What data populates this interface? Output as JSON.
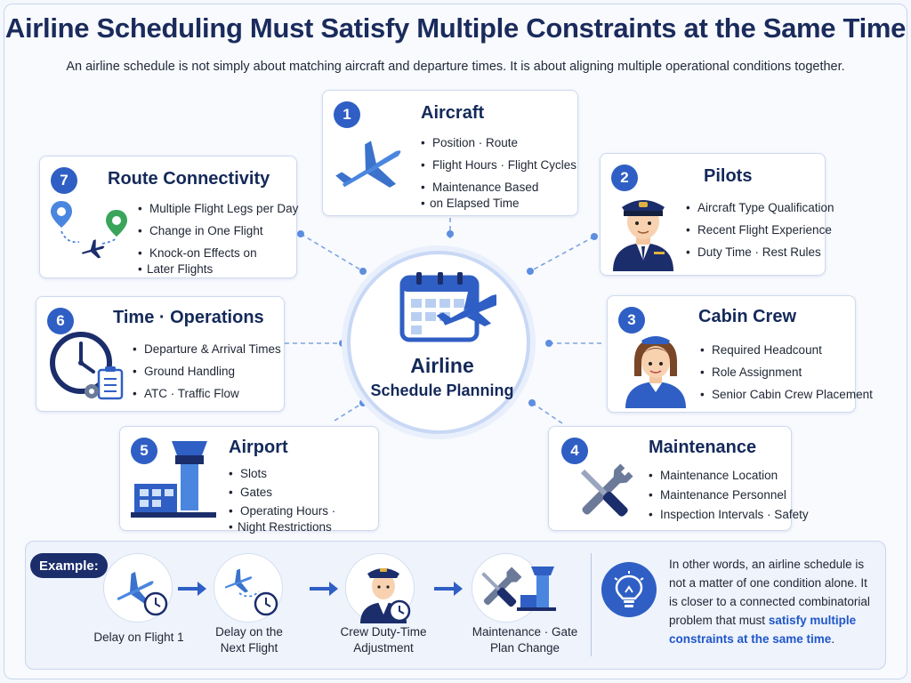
{
  "header": {
    "title": "Airline Scheduling Must Satisfy Multiple Constraints at the Same Time",
    "subtitle": "An airline schedule is not simply about matching aircraft and departure times. It is about aligning multiple operational conditions together."
  },
  "center": {
    "line1": "Airline",
    "line2": "Schedule Planning"
  },
  "cards": {
    "aircraft": {
      "num": "1",
      "title": "Aircraft",
      "items": [
        "Position · Route",
        "Flight Hours · Flight Cycles",
        "Maintenance Based",
        "on Elapsed Time"
      ]
    },
    "pilots": {
      "num": "2",
      "title": "Pilots",
      "items": [
        "Aircraft Type Qualification",
        "Recent Flight Experience",
        "Duty Time · Rest Rules"
      ]
    },
    "cabin": {
      "num": "3",
      "title": "Cabin Crew",
      "items": [
        "Required Headcount",
        "Role Assignment",
        "Senior Cabin Crew Placement"
      ]
    },
    "maintenance": {
      "num": "4",
      "title": "Maintenance",
      "items": [
        "Maintenance Location",
        "Maintenance Personnel",
        "Inspection Intervals · Safety"
      ]
    },
    "airport": {
      "num": "5",
      "title": "Airport",
      "items": [
        "Slots",
        "Gates",
        "Operating Hours ·",
        "Night Restrictions"
      ]
    },
    "time": {
      "num": "6",
      "title": "Time · Operations",
      "items": [
        "Departure & Arrival Times",
        "Ground Handling",
        "ATC · Traffic Flow"
      ]
    },
    "route": {
      "num": "7",
      "title": "Route Connectivity",
      "items": [
        "Multiple Flight Legs per Day",
        "Change in One Flight",
        "Knock-on Effects on",
        "Later Flights"
      ]
    }
  },
  "example": {
    "label": "Example:",
    "steps": [
      {
        "line1": "Delay on Flight 1",
        "line2": ""
      },
      {
        "line1": "Delay on the",
        "line2": "Next Flight"
      },
      {
        "line1": "Crew Duty-Time",
        "line2": "Adjustment"
      },
      {
        "line1": "Maintenance · Gate",
        "line2": "Plan Change"
      }
    ],
    "note_plain": "In other words, an airline schedule is not a matter of one condition alone. It is closer to a connected combinatorial problem that must",
    "note_highlight": "satisfy multiple constraints at the same time",
    "note_end": "."
  },
  "colors": {
    "accent": "#2f5fc4",
    "navy": "#14295a",
    "plane": "#4a86e0",
    "highlight": "#1f56c8"
  }
}
